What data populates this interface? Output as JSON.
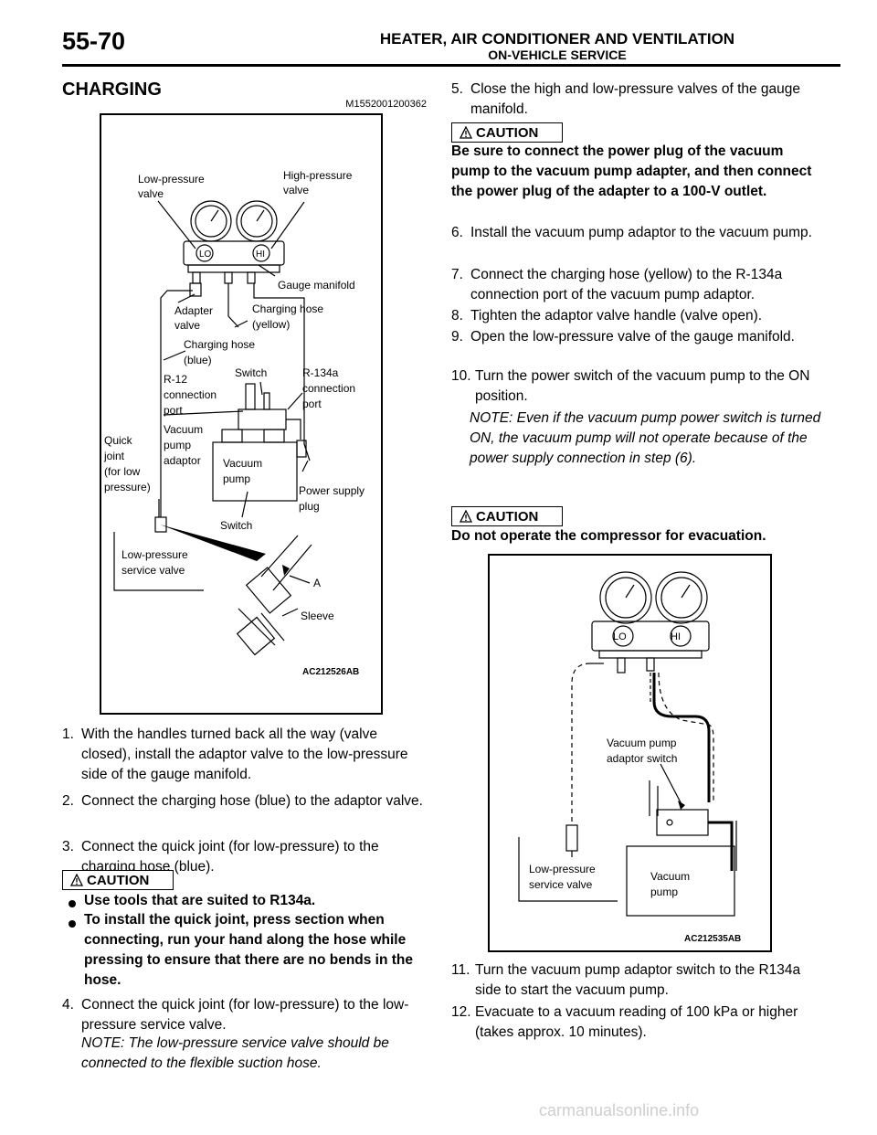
{
  "header": {
    "page_number": "55-70",
    "title": "HEATER, AIR CONDITIONER AND VENTILATION",
    "subtitle": "ON-VEHICLE SERVICE"
  },
  "section": {
    "title": "CHARGING",
    "code": "M1552001200362"
  },
  "figure1": {
    "id": "AC212526AB",
    "labels": {
      "low_valve": [
        "Low-pressure",
        "valve"
      ],
      "high_valve": [
        "High-pressure",
        "valve"
      ],
      "lo": "LO",
      "hi": "HI",
      "gauge_manifold": "Gauge manifold",
      "adapter_valve": [
        "Adapter",
        "valve"
      ],
      "hose_yellow": [
        "Charging hose",
        "(yellow)"
      ],
      "hose_blue": [
        "Charging hose",
        "(blue)"
      ],
      "r12_port": [
        "R-12",
        "connection",
        "port"
      ],
      "switch_top": "Switch",
      "r134a_port": [
        "R-134a",
        "connection",
        "port"
      ],
      "vac_adaptor": [
        "Vacuum",
        "pump",
        "adaptor"
      ],
      "vac_pump": [
        "Vacuum",
        "pump"
      ],
      "quick_joint": [
        "Quick",
        "joint",
        "(for low",
        "pressure)"
      ],
      "power_plug": [
        "Power supply",
        "plug"
      ],
      "switch_bottom": "Switch",
      "low_service": [
        "Low-pressure",
        "service valve"
      ],
      "a": "A",
      "sleeve": "Sleeve"
    }
  },
  "left_steps": {
    "s1": {
      "num": "1.",
      "text": "With the handles turned back all the way (valve closed), install the adaptor valve to the low-pressure side of the gauge manifold."
    },
    "s2": {
      "num": "2.",
      "text": "Connect the charging hose (blue) to the adaptor valve."
    },
    "s3": {
      "num": "3.",
      "text": "Connect the quick joint (for low-pressure) to the charging hose (blue)."
    },
    "s4": {
      "num": "4.",
      "text": "Connect the quick joint (for low-pressure) to the low- pressure service valve."
    },
    "note4": "NOTE: The low-pressure service valve should be connected to the flexible suction hose."
  },
  "caution_label": "CAUTION",
  "caution1_bullets": [
    "Use tools that are suited to R134a.",
    "To install the quick joint, press section when connecting, run your hand along the hose while pressing to ensure that there are no bends in the hose."
  ],
  "right_steps": {
    "s5": {
      "num": "5.",
      "text": "Close the high and low-pressure valves of the gauge manifold."
    },
    "caution2": "Be sure to connect the power plug of the vacuum pump to the vacuum pump adapter, and then connect the power plug of the adapter to a 100-V outlet.",
    "s6": {
      "num": "6.",
      "text": "Install the vacuum pump adaptor to the vacuum pump."
    },
    "s7": {
      "num": "7.",
      "text": "Connect the charging hose (yellow) to the R-134a connection port of the vacuum pump adaptor."
    },
    "s8": {
      "num": "8.",
      "text": "Tighten the adaptor valve handle (valve open)."
    },
    "s9": {
      "num": "9.",
      "text": "Open the low-pressure valve of the gauge manifold."
    },
    "s10": {
      "num": "10.",
      "text": "Turn the power switch of the vacuum pump to the ON position."
    },
    "note10": "NOTE: Even if the vacuum pump power switch is turned ON, the vacuum pump will not operate because of the power supply connection in step (6).",
    "caution3": "Do not operate the compressor for evacuation.",
    "s11": {
      "num": "11.",
      "text": "Turn the vacuum pump adaptor switch to the R134a side to start the vacuum pump."
    },
    "s12": {
      "num": "12.",
      "text": "Evacuate to a vacuum reading of 100 kPa or higher (takes approx. 10 minutes)."
    }
  },
  "figure2": {
    "id": "AC212535AB",
    "labels": {
      "lo": "LO",
      "hi": "HI",
      "adaptor_switch": [
        "Vacuum pump",
        "adaptor switch"
      ],
      "low_service": [
        "Low-pressure",
        "service valve"
      ],
      "vac_pump": [
        "Vacuum",
        "pump"
      ]
    }
  },
  "watermark": "carmanualsonline.info"
}
